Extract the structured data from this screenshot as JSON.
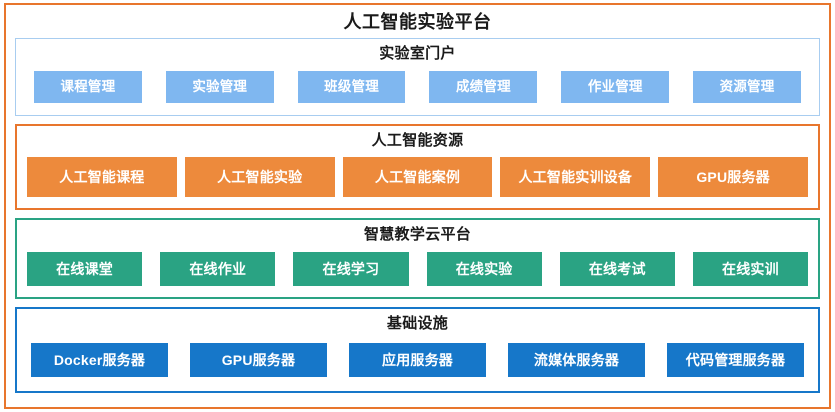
{
  "platform": {
    "title": "人工智能实验平台",
    "border_color": "#E8762D"
  },
  "layers": [
    {
      "id": "portal",
      "title": "实验室门户",
      "accent_color": "#7FB7F0",
      "border_color": "#A8CDF0",
      "items": [
        {
          "label": "课程管理"
        },
        {
          "label": "实验管理"
        },
        {
          "label": "班级管理"
        },
        {
          "label": "成绩管理"
        },
        {
          "label": "作业管理"
        },
        {
          "label": "资源管理"
        }
      ]
    },
    {
      "id": "resources",
      "title": "人工智能资源",
      "accent_color": "#ED8A3C",
      "border_color": "#E8762D",
      "items": [
        {
          "label": "人工智能课程"
        },
        {
          "label": "人工智能实验"
        },
        {
          "label": "人工智能案例"
        },
        {
          "label": "人工智能实训设备"
        },
        {
          "label": "GPU服务器"
        }
      ]
    },
    {
      "id": "cloud",
      "title": "智慧教学云平台",
      "accent_color": "#2AA383",
      "border_color": "#2AA383",
      "items": [
        {
          "label": "在线课堂"
        },
        {
          "label": "在线作业"
        },
        {
          "label": "在线学习"
        },
        {
          "label": "在线实验"
        },
        {
          "label": "在线考试"
        },
        {
          "label": "在线实训"
        }
      ]
    },
    {
      "id": "infrastructure",
      "title": "基础设施",
      "accent_color": "#1677C9",
      "border_color": "#1677C9",
      "items": [
        {
          "label": "Docker服务器"
        },
        {
          "label": "GPU服务器"
        },
        {
          "label": "应用服务器"
        },
        {
          "label": "流媒体服务器"
        },
        {
          "label": "代码管理服务器"
        }
      ]
    }
  ]
}
